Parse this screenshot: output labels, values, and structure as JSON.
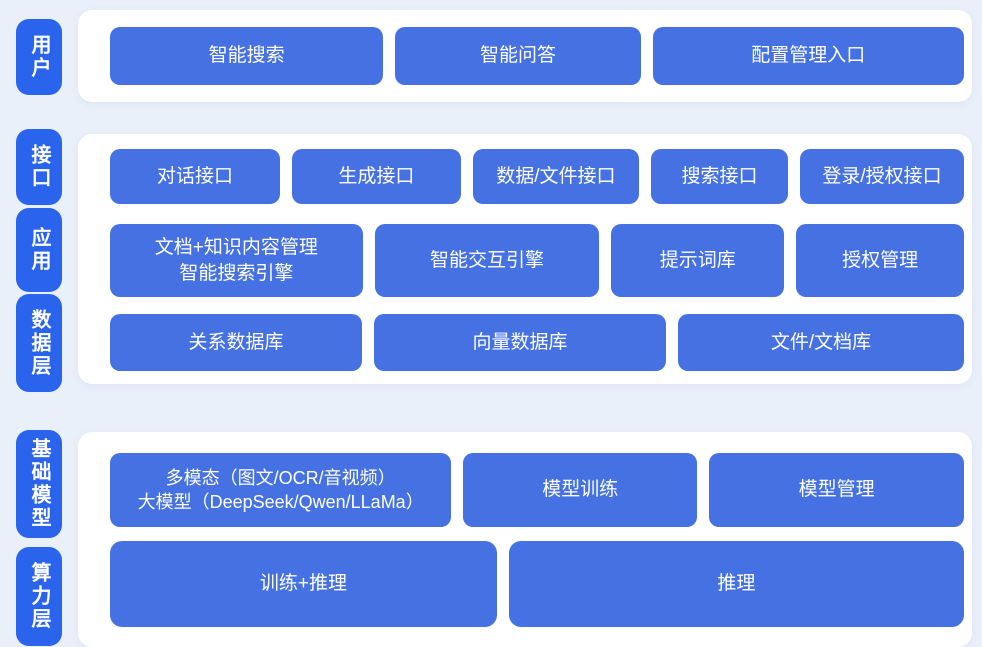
{
  "colors": {
    "background": "#EAF0F9",
    "card": "#FFFFFF",
    "layer_pill": "#2A63EC",
    "block": "#4571E3",
    "block_text": "#FFFFFF"
  },
  "layers": [
    {
      "label": "用户",
      "blocks": [
        "智能搜索",
        "智能问答",
        "配置管理入口"
      ]
    },
    {
      "label": "接口",
      "blocks": [
        "对话接口",
        "生成接口",
        "数据/文件接口",
        "搜索接口",
        "登录/授权接口"
      ]
    },
    {
      "label": "应用",
      "blocks": [
        [
          "文档+知识内容管理",
          "智能搜索引擎"
        ],
        "智能交互引擎",
        "提示词库",
        "授权管理"
      ]
    },
    {
      "label": "数据层",
      "blocks": [
        "关系数据库",
        "向量数据库",
        "文件/文档库"
      ]
    },
    {
      "label": "基础模型",
      "blocks": [
        [
          "多模态（图文/OCR/音视频）",
          "大模型（DeepSeek/Qwen/LLaMa）"
        ],
        "模型训练",
        "模型管理"
      ]
    },
    {
      "label": "算力层",
      "blocks": [
        "训练+推理",
        "推理"
      ]
    }
  ]
}
